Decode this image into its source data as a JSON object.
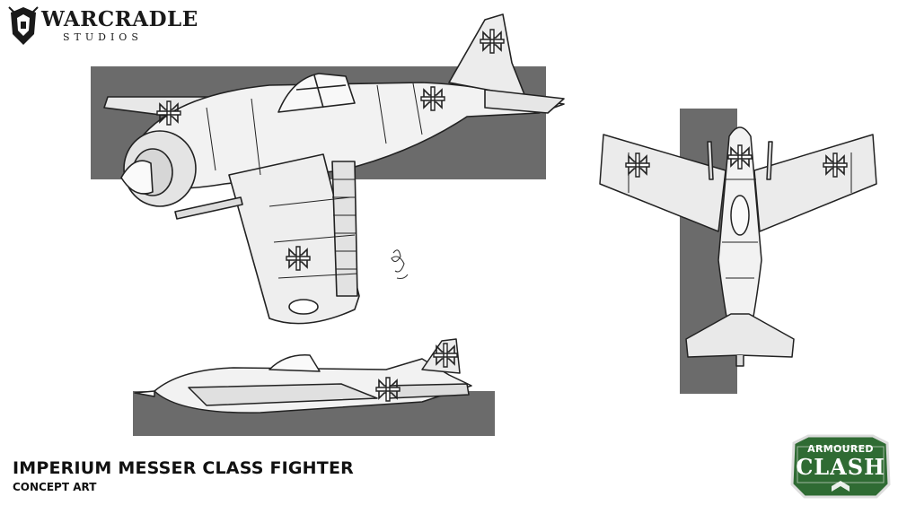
{
  "logo": {
    "name": "WARCRADLE",
    "sub": "STUDIOS"
  },
  "caption": {
    "title": "IMPERIUM MESSER CLASS FIGHTER",
    "subtitle": "CONCEPT ART"
  },
  "badge": {
    "line1": "ARMOURED",
    "line2": "CLASH"
  },
  "colors": {
    "backdrop": "#6b6b6b",
    "badge_green": "#2f6b33",
    "ink": "#1a1a1a",
    "paper": "#ffffff"
  }
}
